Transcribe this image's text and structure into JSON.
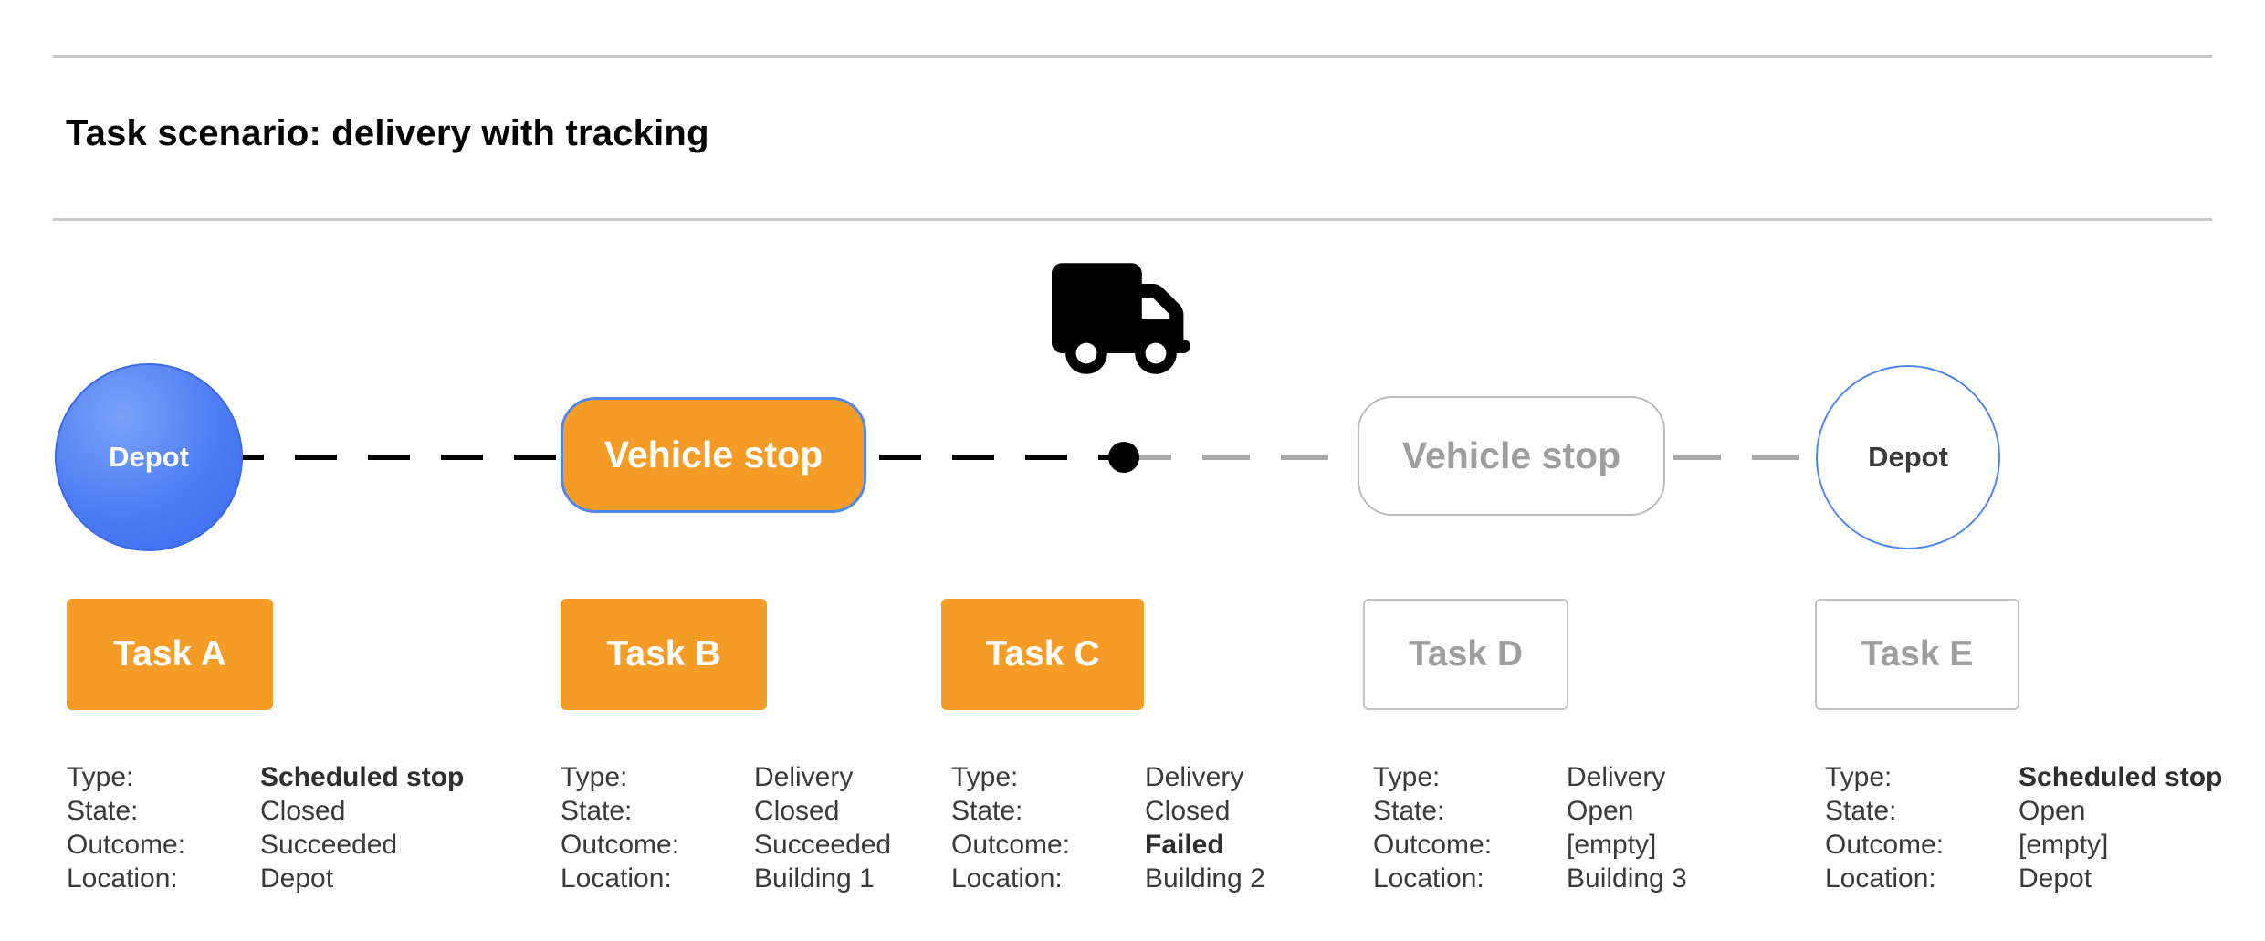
{
  "header": {
    "title": "Task scenario: delivery with tracking"
  },
  "colors": {
    "orange_accent": "#F59C27",
    "blue_fill": "#4D7DF3",
    "blue_border": "#4F87EE",
    "gray_text": "#9E9E9E",
    "gray_border": "#C2C2C2",
    "line_completed": "#000000",
    "line_remaining": "#A9A9A9",
    "divider": "#C9C9C9"
  },
  "route": {
    "start_depot": {
      "label": "Depot",
      "status": "completed"
    },
    "vehicle_stop_1": {
      "label": "Vehicle stop",
      "status": "completed"
    },
    "current_position": {
      "marker": "dot",
      "icon": "truck-icon"
    },
    "vehicle_stop_2": {
      "label": "Vehicle stop",
      "status": "pending"
    },
    "end_depot": {
      "label": "Depot",
      "status": "pending"
    }
  },
  "detail_labels": {
    "type": "Type:",
    "state": "State:",
    "outcome": "Outcome:",
    "location": "Location:"
  },
  "tasks": [
    {
      "name": "Task A",
      "status": "completed",
      "type": "Scheduled stop",
      "state": "Closed",
      "outcome": "Succeeded",
      "location": "Depot"
    },
    {
      "name": "Task B",
      "status": "completed",
      "type": "Delivery",
      "state": "Closed",
      "outcome": "Succeeded",
      "location": "Building 1"
    },
    {
      "name": "Task C",
      "status": "completed",
      "type": "Delivery",
      "state": "Closed",
      "outcome": "Failed",
      "location": "Building 2"
    },
    {
      "name": "Task D",
      "status": "open",
      "type": "Delivery",
      "state": "Open",
      "outcome": "[empty]",
      "location": "Building 3"
    },
    {
      "name": "Task E",
      "status": "open",
      "type": "Scheduled stop",
      "state": "Open",
      "outcome": "[empty]",
      "location": "Depot"
    }
  ]
}
